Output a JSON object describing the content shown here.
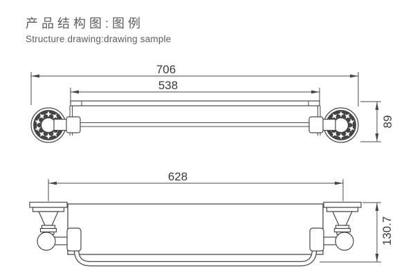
{
  "header": {
    "title_zh": "产品结构图:图例",
    "title_en": "Structure drawing:drawing sample"
  },
  "top_view": {
    "description": "top view of towel shelf with two round decorated wall flanges and bar",
    "dimensions": {
      "overall_width": "706",
      "bar_width": "538",
      "depth": "89"
    }
  },
  "front_view": {
    "description": "front view of glass shelf with cone wall mounts, ball joints and U towel rail",
    "dimensions": {
      "rail_width": "628",
      "height": "130.7"
    }
  },
  "colors": {
    "line": "#474747",
    "dimension_text": "#3a3a3a",
    "header_text": "#5c5c5c",
    "background": "#ffffff"
  }
}
